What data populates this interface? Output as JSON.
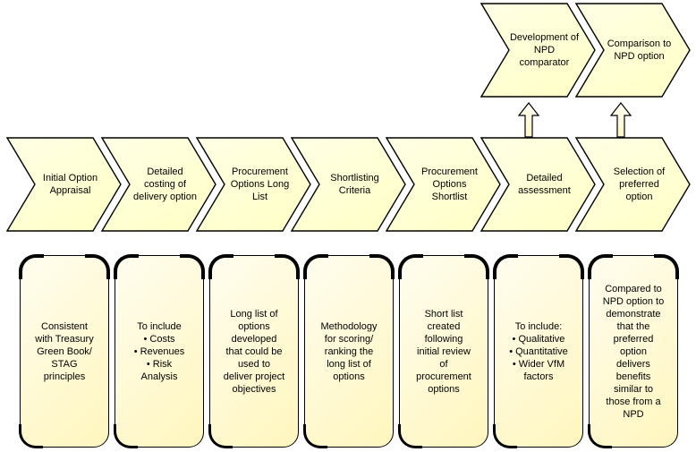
{
  "colors": {
    "shape-fill": "#ffffc9",
    "shape-fill-light": "#ffffe6",
    "card-fill-top": "#fffdf0",
    "card-fill-bottom": "#fff6bd",
    "arrow-fill-top": "#fffef4",
    "arrow-fill-bottom": "#fff7c8",
    "outline": "#000000",
    "canvas-bg": "#ffffff"
  },
  "top_flow": [
    {
      "label": "Development of\nNPD\ncomparator"
    },
    {
      "label": "Comparison to\nNPD option"
    }
  ],
  "main_flow": [
    {
      "label": "Initial Option\nAppraisal"
    },
    {
      "label": "Detailed\ncosting of\ndelivery option"
    },
    {
      "label": "Procurement\nOptions Long\nList"
    },
    {
      "label": "Shortlisting\nCriteria"
    },
    {
      "label": "Procurement\nOptions\nShortlist"
    },
    {
      "label": "Detailed\nassessment"
    },
    {
      "label": "Selection of\npreferred\noption"
    }
  ],
  "detail_cards": [
    {
      "text": "Consistent\nwith Treasury\nGreen Book/\nSTAG\nprinciples"
    },
    {
      "text": "To include\n• Costs\n• Revenues\n• Risk\nAnalysis"
    },
    {
      "text": "Long list of\noptions\ndeveloped\nthat could be\nused to\ndeliver project\nobjectives"
    },
    {
      "text": "Methodology\nfor scoring/\nranking the\nlong list of\noptions"
    },
    {
      "text": "Short list\ncreated\nfollowing\ninitial review\nof\nprocurement\noptions"
    },
    {
      "text": "To include:\n• Qualitative\n• Quantitative\n• Wider VfM\nfactors"
    },
    {
      "text": "Compared to\nNPD option to\ndemonstrate\nthat the\npreferred\noption\ndelivers\nbenefits\nsimilar to\nthose from a\nNPD"
    }
  ]
}
